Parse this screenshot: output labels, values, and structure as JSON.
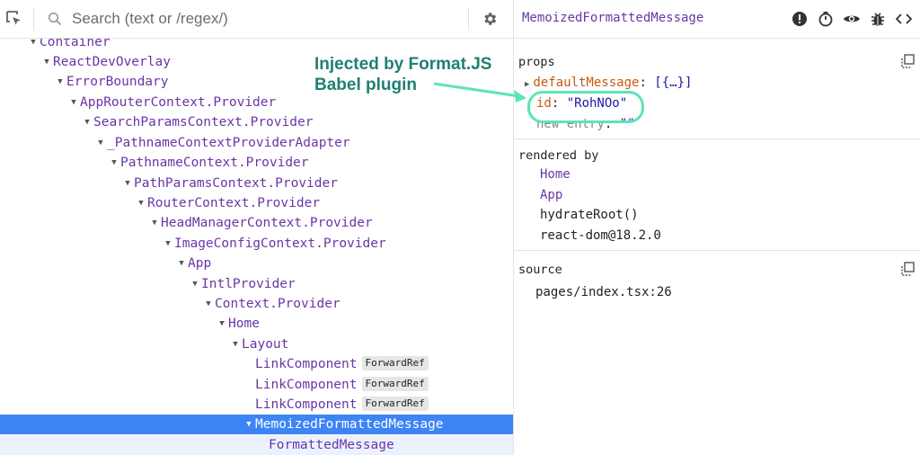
{
  "toolbar": {
    "search_placeholder": "Search (text or /regex/)",
    "select_icon": "select-element-icon",
    "search_icon": "search-icon",
    "settings_icon": "gear-icon"
  },
  "tree": [
    {
      "label": "Container",
      "expanded": true
    },
    {
      "label": "ReactDevOverlay",
      "expanded": true
    },
    {
      "label": "ErrorBoundary",
      "expanded": true
    },
    {
      "label": "AppRouterContext.Provider",
      "expanded": true
    },
    {
      "label": "SearchParamsContext.Provider",
      "expanded": true
    },
    {
      "label": "_PathnameContextProviderAdapter",
      "expanded": true
    },
    {
      "label": "PathnameContext.Provider",
      "expanded": true
    },
    {
      "label": "PathParamsContext.Provider",
      "expanded": true
    },
    {
      "label": "RouterContext.Provider",
      "expanded": true
    },
    {
      "label": "HeadManagerContext.Provider",
      "expanded": true
    },
    {
      "label": "ImageConfigContext.Provider",
      "expanded": true
    },
    {
      "label": "App",
      "expanded": true
    },
    {
      "label": "IntlProvider",
      "expanded": true
    },
    {
      "label": "Context.Provider",
      "expanded": true
    },
    {
      "label": "Home",
      "expanded": true
    },
    {
      "label": "Layout",
      "expanded": true
    },
    {
      "label": "LinkComponent",
      "badge": "ForwardRef"
    },
    {
      "label": "LinkComponent",
      "badge": "ForwardRef"
    },
    {
      "label": "LinkComponent",
      "badge": "ForwardRef"
    },
    {
      "label": "MemoizedFormattedMessage",
      "expanded": true,
      "selected": true
    },
    {
      "label": "FormattedMessage"
    }
  ],
  "inspector": {
    "title": "MemoizedFormattedMessage",
    "header_icons": [
      "warning-icon",
      "timer-icon",
      "eye-icon",
      "bug-icon",
      "code-icon"
    ],
    "props_title": "props",
    "props": {
      "defaultMessage_key": "defaultMessage",
      "defaultMessage_value": "[{…}]",
      "id_key": "id",
      "id_value": "\"RohNOo\"",
      "new_entry_key": "new entry",
      "new_entry_value": "\"\""
    },
    "rendered_by_title": "rendered by",
    "rendered_by": [
      "Home",
      "App",
      "hydrateRoot()",
      "react-dom@18.2.0"
    ],
    "source_title": "source",
    "source_value": "pages/index.tsx:26"
  },
  "annotation": {
    "line1": "Injected by Format.JS",
    "line2": "Babel plugin",
    "color": "#1f7f72",
    "ring_color": "#5fe3b5"
  },
  "colors": {
    "selected_row": "#3d84f5",
    "component_name": "#6a35a6",
    "prop_key": "#c55a11",
    "prop_value": "#1a1aa6"
  }
}
